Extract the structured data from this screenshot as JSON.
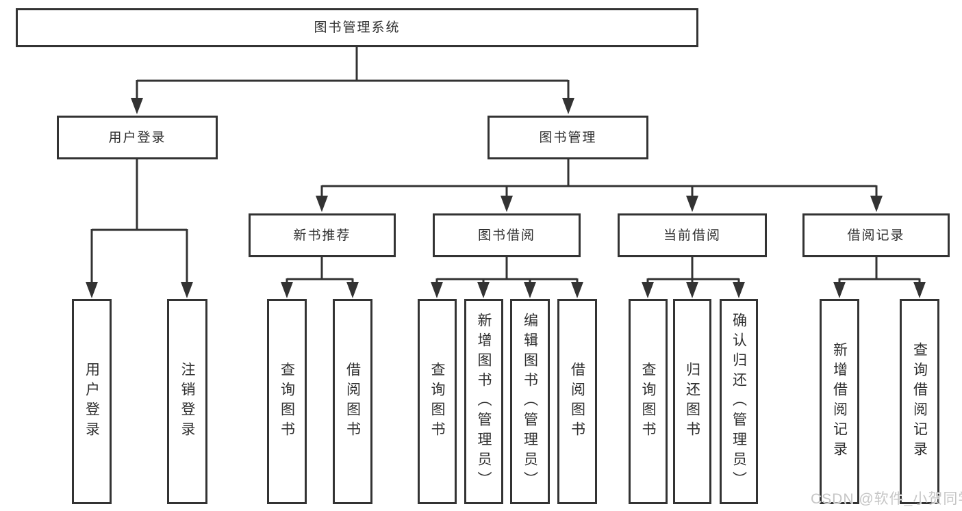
{
  "diagram": {
    "root": {
      "label": "图书管理系统"
    },
    "branches": [
      {
        "label": "用户登录",
        "children": [
          {
            "label": "用户登录"
          },
          {
            "label": "注销登录"
          }
        ]
      },
      {
        "label": "图书管理",
        "children": [
          {
            "label": "新书推荐",
            "children": [
              {
                "label": "查询图书"
              },
              {
                "label": "借阅图书"
              }
            ]
          },
          {
            "label": "图书借阅",
            "children": [
              {
                "label": "查询图书"
              },
              {
                "label": "新增图书（管理员）"
              },
              {
                "label": "编辑图书（管理员）"
              },
              {
                "label": "借阅图书"
              }
            ]
          },
          {
            "label": "当前借阅",
            "children": [
              {
                "label": "查询图书"
              },
              {
                "label": "归还图书"
              },
              {
                "label": "确认归还（管理员）"
              }
            ]
          },
          {
            "label": "借阅记录",
            "children": [
              {
                "label": "新增借阅记录"
              },
              {
                "label": "查询借阅记录"
              }
            ]
          }
        ]
      }
    ]
  },
  "watermark": {
    "text": "CSDN @软件_小贺同学"
  },
  "colors": {
    "line": "#333333",
    "text": "#2f2f2f",
    "background": "#ffffff",
    "watermark": "#c6c6c6"
  }
}
